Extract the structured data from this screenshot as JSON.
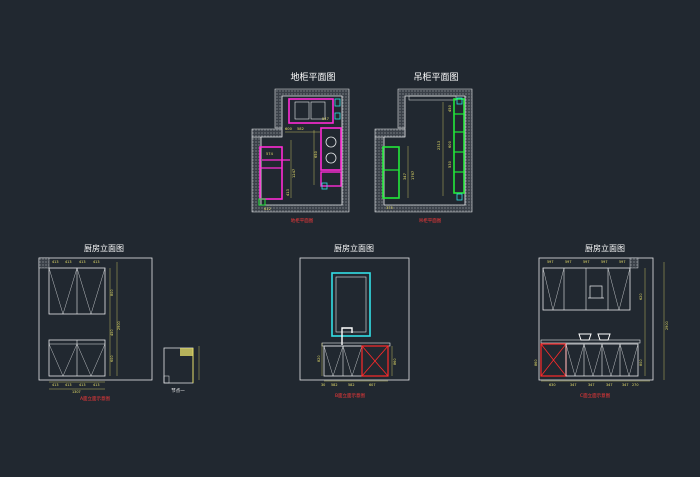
{
  "titles": {
    "base_plan": "地柜平面图",
    "wall_plan": "吊柜平面图",
    "elev_left": "厨房立面图",
    "elev_mid": "厨房立面图",
    "elev_right": "厨房立面图"
  },
  "captions": {
    "base_plan": "地柜平面图",
    "wall_plan": "吊柜平面图",
    "elev_left": "A面立面示意图",
    "elev_mid": "B面立面示意图",
    "elev_right": "C面立面示意图",
    "node": "节点一"
  },
  "dims": {
    "base_top": [
      "600",
      "582",
      "547"
    ],
    "base_bottom": "612",
    "base_side": [
      "1247",
      "574",
      "413",
      "650"
    ],
    "wall_side": [
      "1767",
      "2313",
      "450",
      "600",
      "530",
      "347"
    ],
    "wall_bottom": "375",
    "elev_left_top": [
      "413",
      "413",
      "413",
      "413"
    ],
    "elev_left_bottom": [
      "413",
      "413",
      "413",
      "413"
    ],
    "elev_left_total": "1307",
    "elev_left_side": [
      "800",
      "2900",
      "450",
      "600"
    ],
    "elev_mid_bottom": [
      "582",
      "582",
      "607"
    ],
    "elev_mid_side": [
      "820",
      "860",
      "30"
    ],
    "elev_right_top": [
      "597",
      "597",
      "597",
      "597",
      "597"
    ],
    "elev_right_bottom": [
      "630",
      "347",
      "347",
      "347",
      "347",
      "270"
    ],
    "elev_right_side": [
      "2900",
      "620",
      "860",
      "800"
    ]
  },
  "colors": {
    "background": "#212830",
    "line": "#e6e8ea",
    "title": "#ffffff",
    "caption": "#ff3a3a",
    "magenta": "#ff2bd6",
    "green": "#22e83a",
    "cyan": "#33e0e6",
    "red": "#ff2a2a",
    "dim": "#e8e06a",
    "hatch": "#8a8f96"
  }
}
